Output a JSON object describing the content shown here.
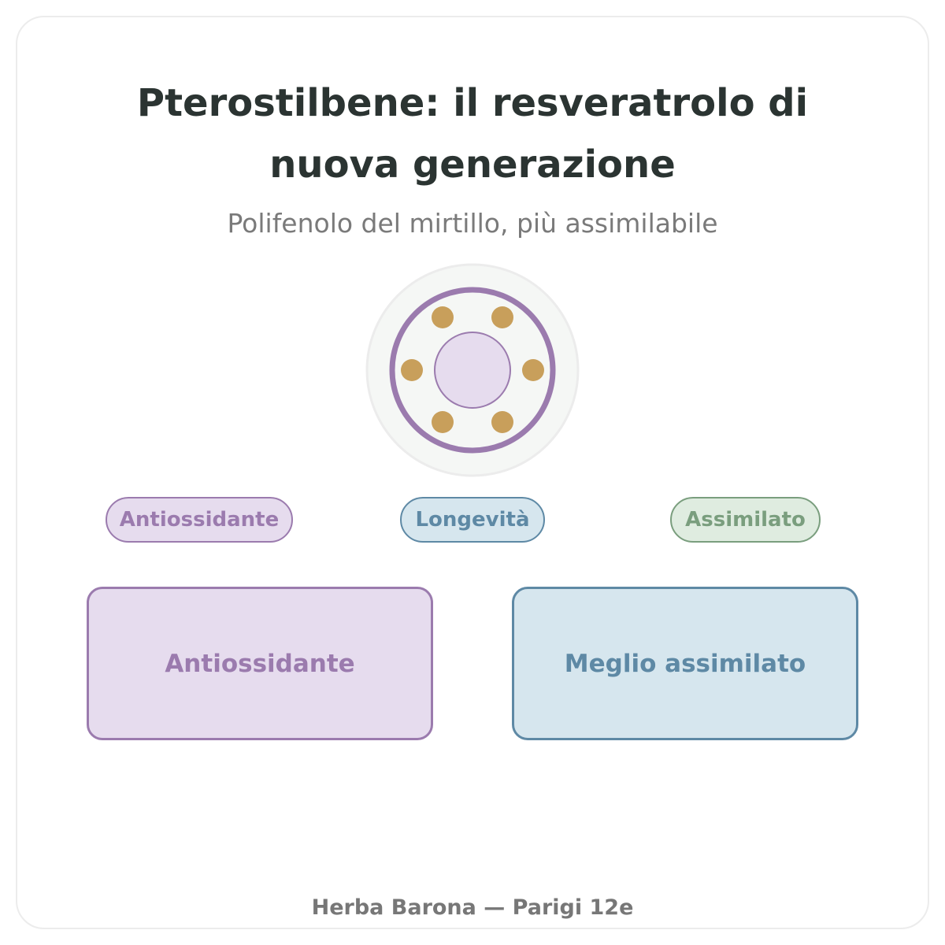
{
  "header": {
    "title": "Pterostilbene: il resveratrolo di nuova generazione",
    "subtitle": "Polifenolo del mirtillo, più assimilabile"
  },
  "emblem": {
    "icon": "molecule-ring-icon",
    "colors": {
      "ring": "#9b7bae",
      "core": "#e6dcee",
      "dots": "#c89f5b",
      "halo": "#f5f7f5"
    }
  },
  "tags": [
    {
      "label": "Antiossidante",
      "color": "#9b7bae"
    },
    {
      "label": "Longevità",
      "color": "#5e89a5"
    },
    {
      "label": "Assimilato",
      "color": "#7a9e7e"
    }
  ],
  "cards": [
    {
      "label": "Antiossidante",
      "color": "#9b7bae"
    },
    {
      "label": "Meglio assimilato",
      "color": "#5e89a5"
    }
  ],
  "footer": {
    "text": "Herba Barona — Parigi 12e"
  }
}
